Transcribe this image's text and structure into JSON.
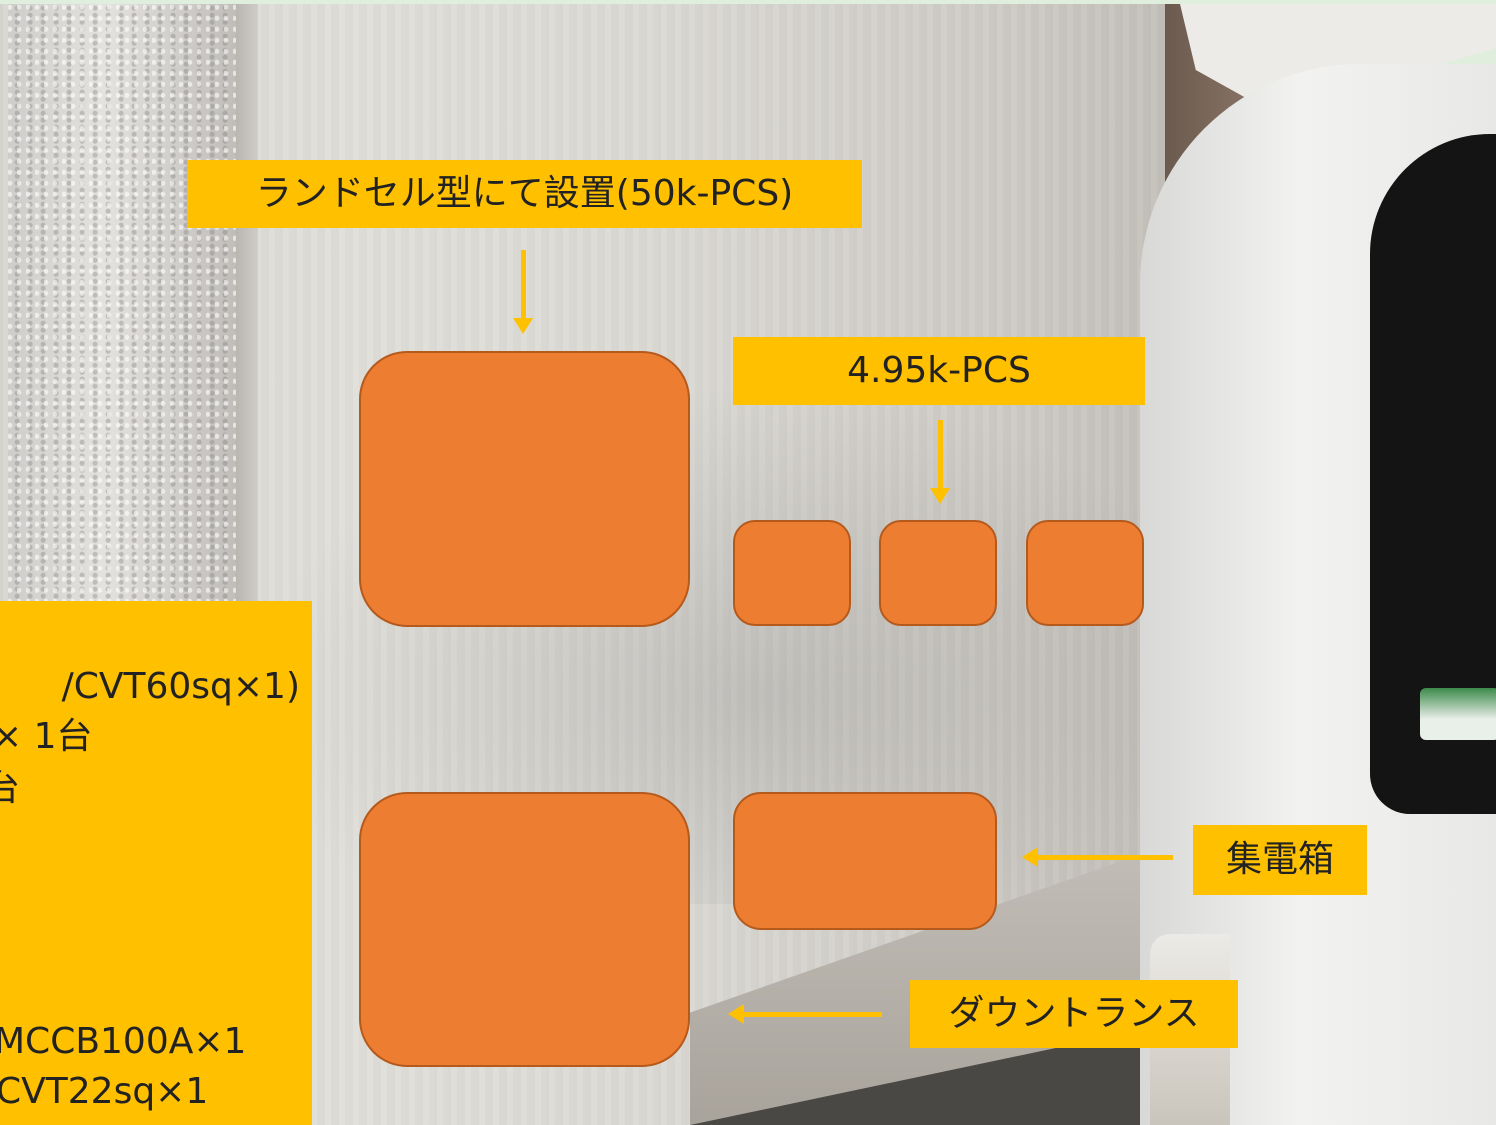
{
  "labels": {
    "pcs_main": "ランドセル型にて設置(50k-PCS)",
    "pcs_small": "4.95k-PCS",
    "collector": "集電箱",
    "transformer": "ダウントランス"
  },
  "spec_panel": {
    "lines": [
      "/CVT60sq×1)",
      "× 1台",
      "台",
      "MCCB100A×1",
      "CVT22sq×1"
    ]
  },
  "colors": {
    "label_bg": "#ffc000",
    "box_fill": "#ed7d31",
    "box_border": "#b55a1d",
    "arrow": "#ffc000"
  }
}
